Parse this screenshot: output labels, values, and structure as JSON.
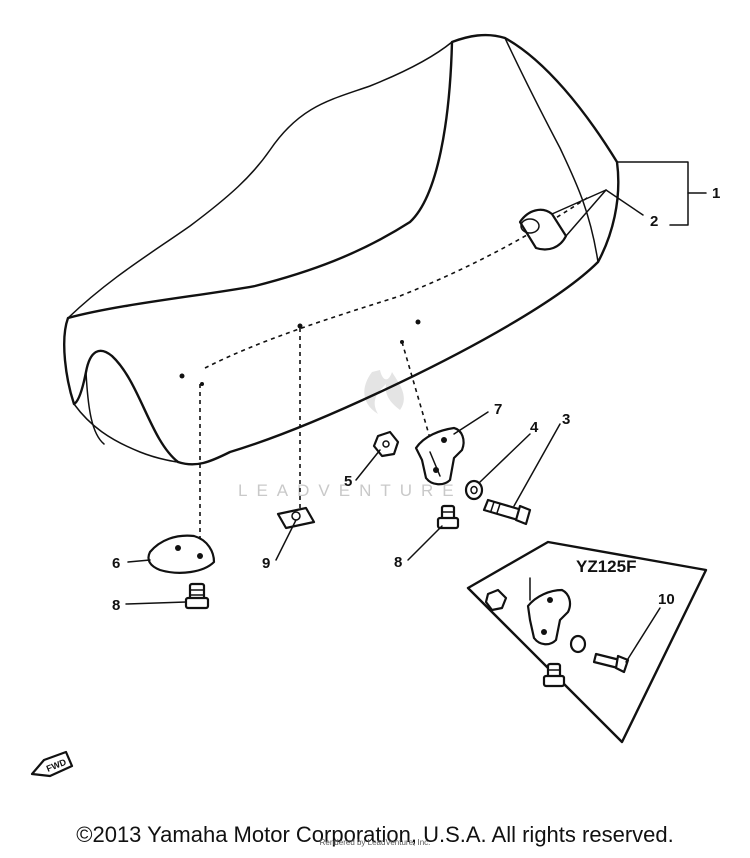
{
  "callouts": {
    "c1": "1",
    "c2": "2",
    "c3": "3",
    "c4": "4",
    "c5": "5",
    "c6": "6",
    "c7": "7",
    "c8a": "8",
    "c8b": "8",
    "c9": "9",
    "c10": "10"
  },
  "variant_label": "YZ125F",
  "forward_marker": "FWD",
  "watermark": "LEADVENTURE",
  "footer": {
    "copyright": "©2013 Yamaha Motor Corporation, U.S.A. All rights reserved.",
    "credit": "Rendered by LeadVenture, Inc."
  }
}
